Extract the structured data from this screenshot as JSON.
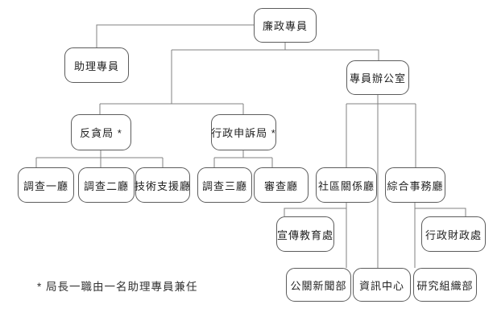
{
  "org_chart": {
    "nodes": {
      "commissioner": "廉政專員",
      "assistant_commissioner": "助理專員",
      "commissioner_office": "專員辦公室",
      "anti_corruption_bureau": "反貪局 *",
      "admin_complaints_bureau": "行政申訴局 *",
      "investigation_dept_1": "調查一廳",
      "investigation_dept_2": "調查二廳",
      "tech_support_dept": "技術支援廳",
      "investigation_dept_3": "調查三廳",
      "review_dept": "審查廳",
      "community_relations_dept": "社區關係廳",
      "general_affairs_dept": "綜合事務廳",
      "publicity_education_div": "宣傳教育處",
      "admin_finance_div": "行政財政處",
      "pr_press_dept": "公關新聞部",
      "information_centre": "資訊中心",
      "research_org_dept": "研究組織部"
    },
    "footnote": "* 局長一職由一名助理專員兼任",
    "colors": {
      "line": "#808080",
      "box_border": "#5c5c5c",
      "text": "#222222",
      "background": "#ffffff"
    }
  }
}
